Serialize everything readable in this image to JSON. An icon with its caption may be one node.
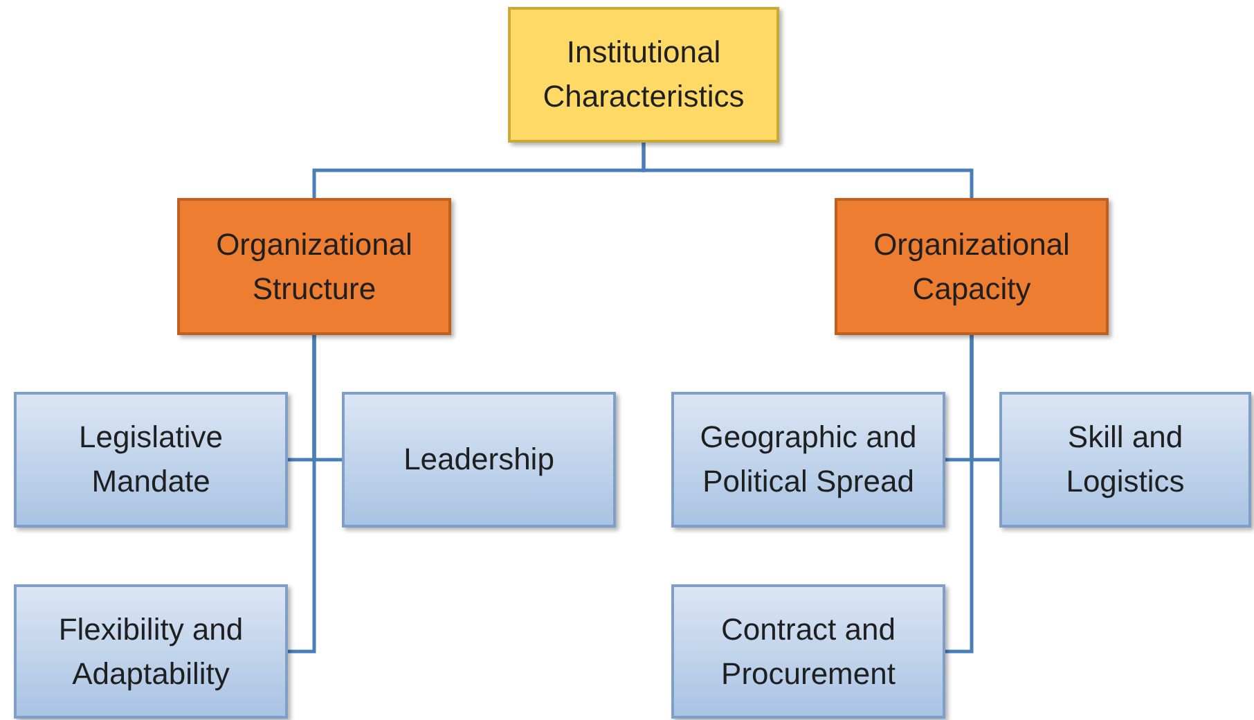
{
  "diagram": {
    "nodes": [
      {
        "text": [
          "Institutional Characteristics"
        ]
      },
      {
        "text": [
          "Organizational Structure"
        ]
      },
      {
        "text": [
          "Organizational Capacity"
        ]
      },
      {
        "text": [
          "Legislative Mandate"
        ]
      },
      {
        "text": [
          "Leadership"
        ]
      },
      {
        "text": [
          "Flexibility and Adaptability"
        ]
      },
      {
        "text": [
          "Geographic and Political Spread"
        ]
      },
      {
        "text": [
          "Skill and Logistics"
        ]
      },
      {
        "text": [
          "Contract and Procurement"
        ]
      }
    ],
    "edges": [
      {
        "from": 0,
        "to": 1,
        "arrow": "none"
      },
      {
        "from": 0,
        "to": 2,
        "arrow": "none"
      },
      {
        "from": 1,
        "to": 3,
        "arrow": "none"
      },
      {
        "from": 1,
        "to": 4,
        "arrow": "none"
      },
      {
        "from": 1,
        "to": 5,
        "arrow": "none"
      },
      {
        "from": 2,
        "to": 6,
        "arrow": "none"
      },
      {
        "from": 2,
        "to": 7,
        "arrow": "none"
      },
      {
        "from": 2,
        "to": 8,
        "arrow": "none"
      }
    ]
  }
}
